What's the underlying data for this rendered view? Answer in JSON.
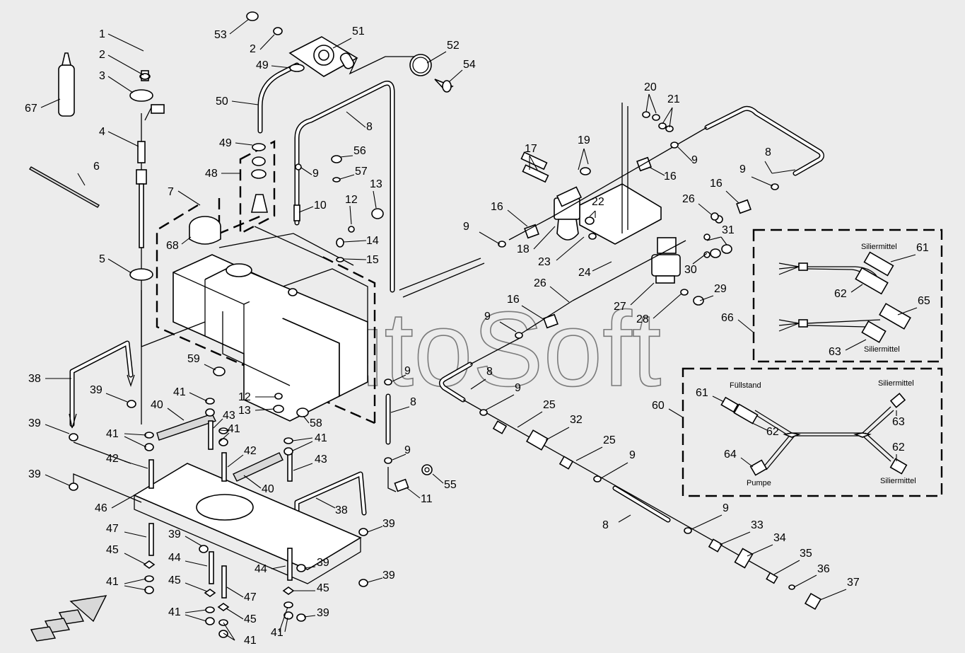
{
  "watermark": "AutoSoft",
  "part_numbers": [
    "1",
    "2",
    "3",
    "4",
    "5",
    "6",
    "7",
    "8",
    "9",
    "10",
    "11",
    "12",
    "13",
    "14",
    "15",
    "16",
    "17",
    "18",
    "19",
    "20",
    "21",
    "22",
    "23",
    "24",
    "25",
    "26",
    "27",
    "28",
    "29",
    "30",
    "31",
    "32",
    "33",
    "34",
    "35",
    "36",
    "37",
    "38",
    "39",
    "40",
    "41",
    "42",
    "43",
    "44",
    "45",
    "46",
    "47",
    "48",
    "49",
    "50",
    "51",
    "52",
    "53",
    "54",
    "55",
    "56",
    "57",
    "58",
    "59",
    "60",
    "61",
    "62",
    "63",
    "64",
    "65",
    "66",
    "67",
    "68"
  ],
  "inset_top": {
    "label_siliermittel_1": "Siliermittel",
    "label_siliermittel_2": "Siliermittel"
  },
  "inset_bottom": {
    "label_fuellstand": "Füllstand",
    "label_siliermittel_1": "Siliermittel",
    "label_siliermittel_2": "Siliermittel",
    "label_pumpe": "Pumpe"
  }
}
